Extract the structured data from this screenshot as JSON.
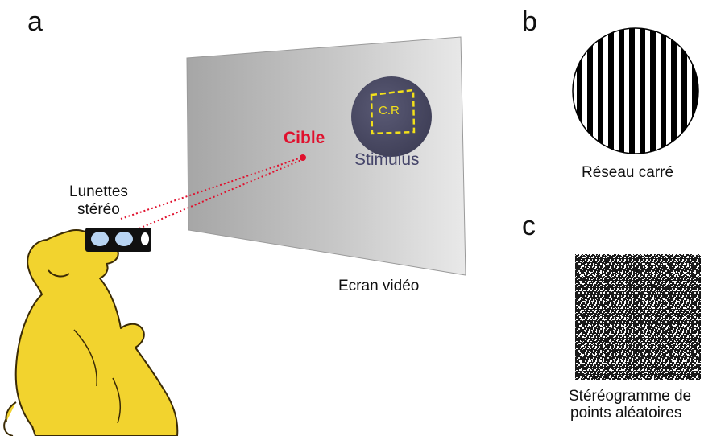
{
  "panels": {
    "a": "a",
    "b": "b",
    "c": "c"
  },
  "labels": {
    "glasses": [
      "Lunettes",
      "stéréo"
    ],
    "target": "Cible",
    "stimulus": "Stimulus",
    "stimulus_box": "C.R",
    "screen": "Ecran vidéo",
    "grating": "Réseau carré",
    "stereogram": [
      "Stéréogramme de",
      "points aléatoires"
    ]
  },
  "colors": {
    "screen": "#c9c9c9",
    "stimulus_disc": "#4a4a63",
    "stimulus_text": "#45456a",
    "target": "#e0102d",
    "monkey": "#f2d32e",
    "dashed_box": "#f2e01a"
  }
}
